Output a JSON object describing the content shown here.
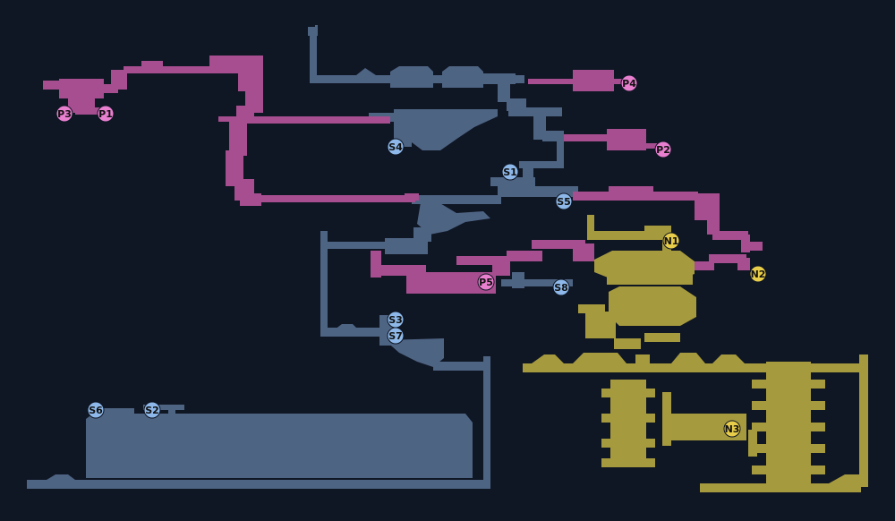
{
  "colors": {
    "background": "#0f1624",
    "slate": "#4e6483",
    "slate_marker": "#8db8e9",
    "pink": "#a64e8f",
    "pink_marker": "#e87fcf",
    "olive": "#a69a3e",
    "olive_marker": "#e8cd4a"
  },
  "markers": {
    "s1": "S1",
    "s2": "S2",
    "s3": "S3",
    "s4": "S4",
    "s5": "S5",
    "s6": "S6",
    "s7": "S7",
    "s8": "S8",
    "p1": "P1",
    "p2": "P2",
    "p3": "P3",
    "p4": "P4",
    "p5": "P5",
    "n1": "N1",
    "n2": "N2",
    "n3": "N3"
  }
}
